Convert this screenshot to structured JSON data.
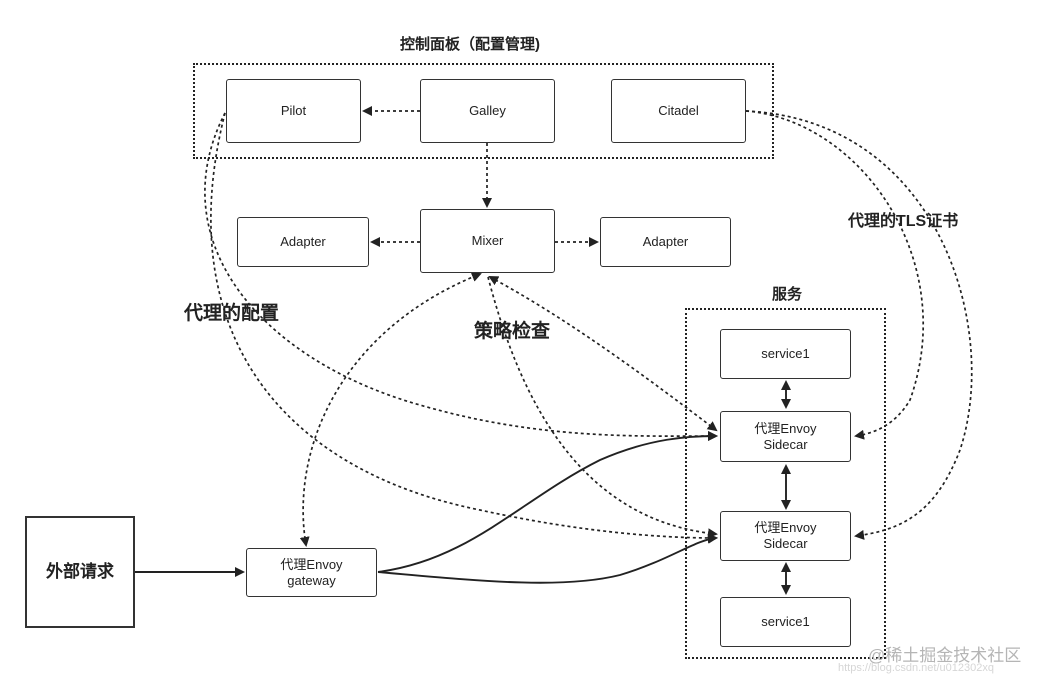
{
  "control_plane": {
    "title": "控制面板（配置管理)",
    "pilot": "Pilot",
    "galley": "Galley",
    "citadel": "Citadel"
  },
  "mixer": {
    "mixer": "Mixer",
    "adapter_left": "Adapter",
    "adapter_right": "Adapter"
  },
  "labels": {
    "proxy_config": "代理的配置",
    "policy_check": "策略检查",
    "proxy_tls": "代理的TLS证书"
  },
  "services": {
    "title": "服务",
    "service_top": "service1",
    "sidecar_top_line1": "代理Envoy",
    "sidecar_top_line2": "Sidecar",
    "sidecar_bottom_line1": "代理Envoy",
    "sidecar_bottom_line2": "Sidecar",
    "service_bottom": "service1"
  },
  "ingress": {
    "external": "外部请求",
    "gateway_line1": "代理Envoy",
    "gateway_line2": "gateway"
  },
  "watermark": {
    "brand": "@稀土掘金技术社区",
    "url": "https://blog.csdn.net/u012302xq"
  }
}
